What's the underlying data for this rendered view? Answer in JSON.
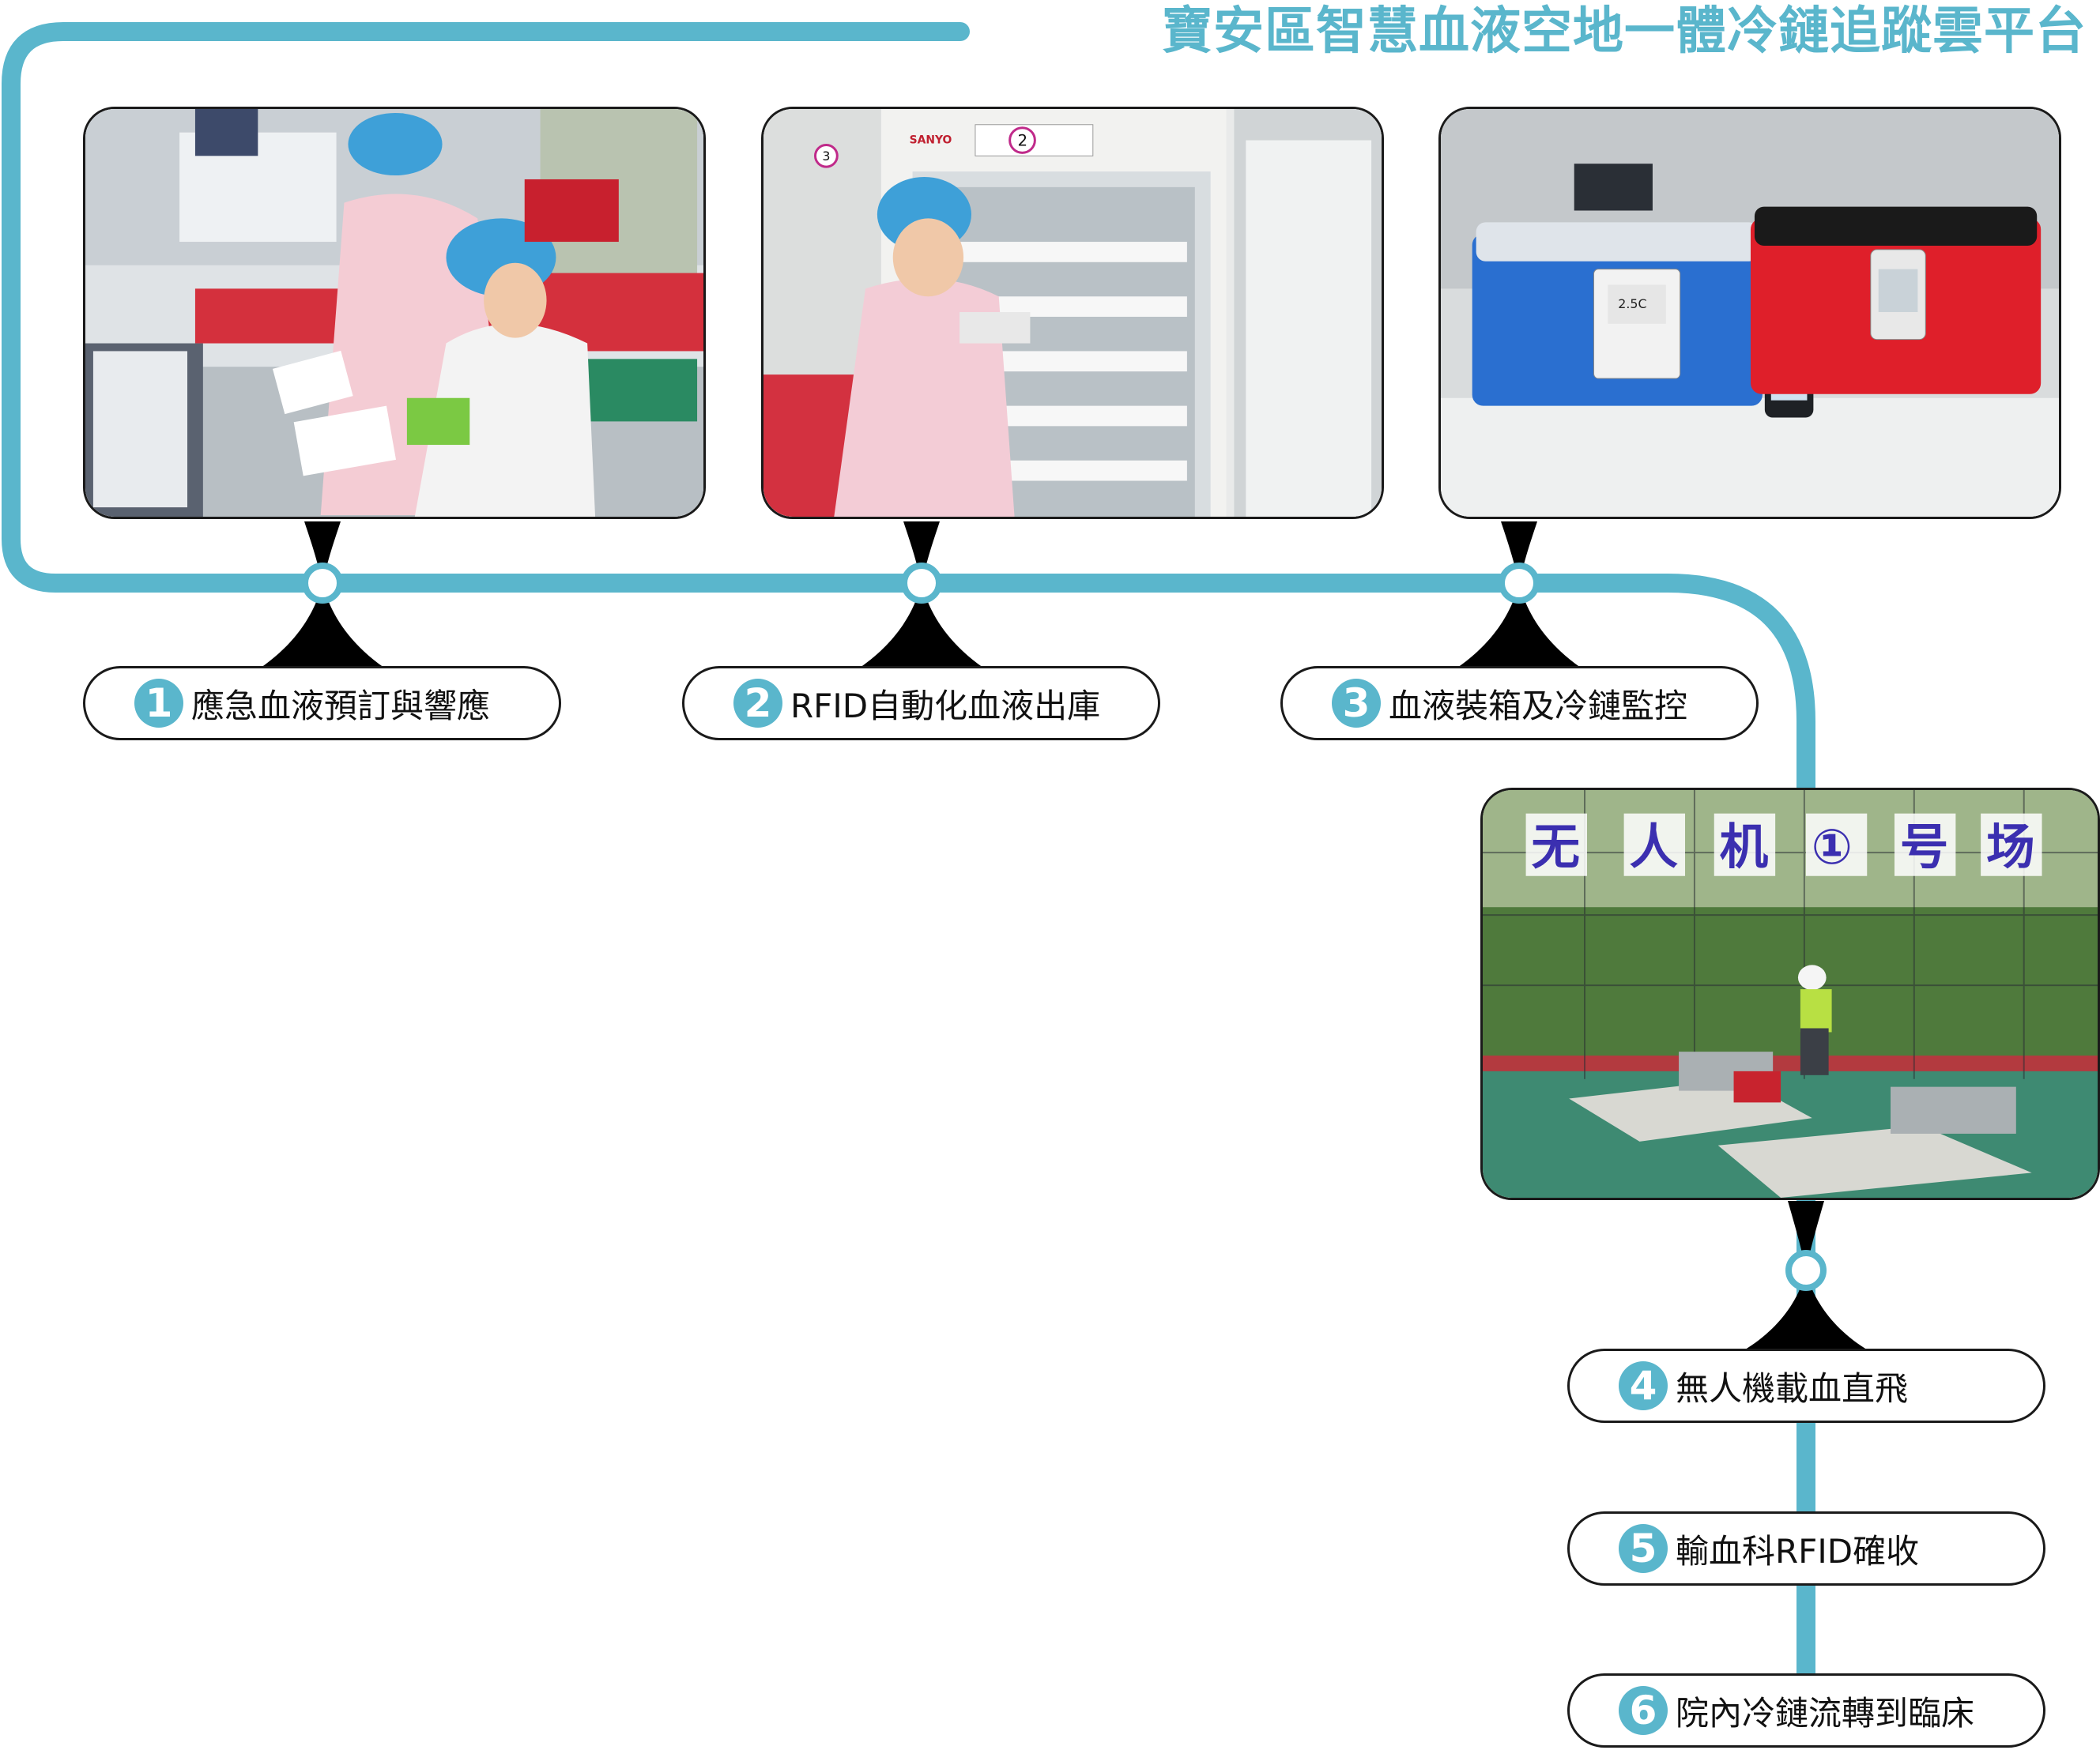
{
  "title": "寶安區智慧血液空地一體冷鏈追蹤雲平台",
  "colors": {
    "accent": "#5ab6cc",
    "outline": "#1a1a1a"
  },
  "steps": [
    {
      "num": "1",
      "label": "應急血液預訂與響應"
    },
    {
      "num": "2",
      "label": "RFID自動化血液出庫"
    },
    {
      "num": "3",
      "label": "血液裝箱及冷鏈監控"
    },
    {
      "num": "4",
      "label": "無人機載血直飛"
    },
    {
      "num": "5",
      "label": "輸血科RFID確收"
    },
    {
      "num": "6",
      "label": "院內冷鏈流轉到臨床"
    }
  ],
  "photos": {
    "photo2": {
      "marker_a": "2",
      "marker_b": "3",
      "brand": "SANYO"
    },
    "photo3": {
      "screen_reading": "2.5C"
    },
    "photo4": {
      "sign": [
        "无",
        "人",
        "机",
        "①",
        "号",
        "场"
      ]
    }
  }
}
